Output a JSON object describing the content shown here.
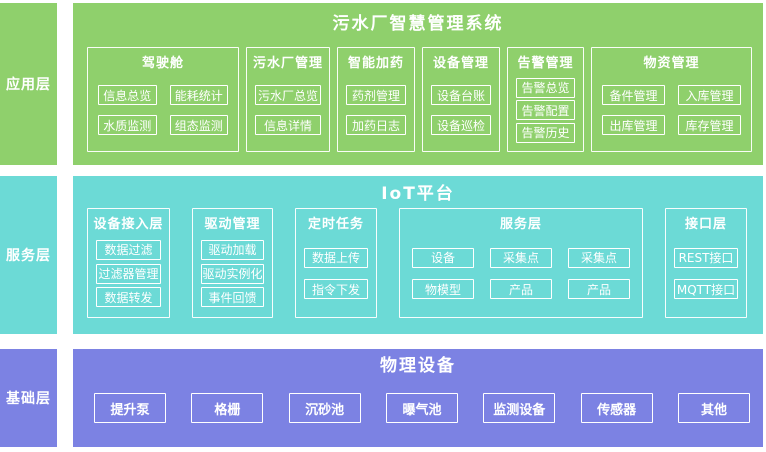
{
  "colors": {
    "application_layer": "#8fd06c",
    "service_layer": "#6cdad6",
    "base_layer": "#7c82e3"
  },
  "layers": [
    {
      "label": "应用层",
      "title": "污水厂智慧管理系统",
      "groups": [
        {
          "title": "驾驶舱",
          "items": [
            "信息总览",
            "能耗统计",
            "水质监测",
            "组态监测"
          ]
        },
        {
          "title": "污水厂管理",
          "items": [
            "污水厂总览",
            "信息详情"
          ]
        },
        {
          "title": "智能加药",
          "items": [
            "药剂管理",
            "加药日志"
          ]
        },
        {
          "title": "设备管理",
          "items": [
            "设备台账",
            "设备巡检"
          ]
        },
        {
          "title": "告警管理",
          "items": [
            "告警总览",
            "告警配置",
            "告警历史"
          ]
        },
        {
          "title": "物资管理",
          "items": [
            "备件管理",
            "入库管理",
            "出库管理",
            "库存管理"
          ]
        }
      ]
    },
    {
      "label": "服务层",
      "title": "IoT平台",
      "groups": [
        {
          "title": "设备接入层",
          "items": [
            "数据过滤",
            "过滤器管理",
            "数据转发"
          ]
        },
        {
          "title": "驱动管理",
          "items": [
            "驱动加载",
            "驱动实例化",
            "事件回馈"
          ]
        },
        {
          "title": "定时任务",
          "items": [
            "数据上传",
            "指令下发"
          ]
        },
        {
          "title": "服务层",
          "items": [
            "设备",
            "采集点",
            "采集点",
            "物模型",
            "产品",
            "产品"
          ]
        },
        {
          "title": "接口层",
          "items": [
            "REST接口",
            "MQTT接口"
          ]
        }
      ]
    },
    {
      "label": "基础层",
      "title": "物理设备",
      "items": [
        "提升泵",
        "格栅",
        "沉砂池",
        "曝气池",
        "监测设备",
        "传感器",
        "其他"
      ]
    }
  ]
}
